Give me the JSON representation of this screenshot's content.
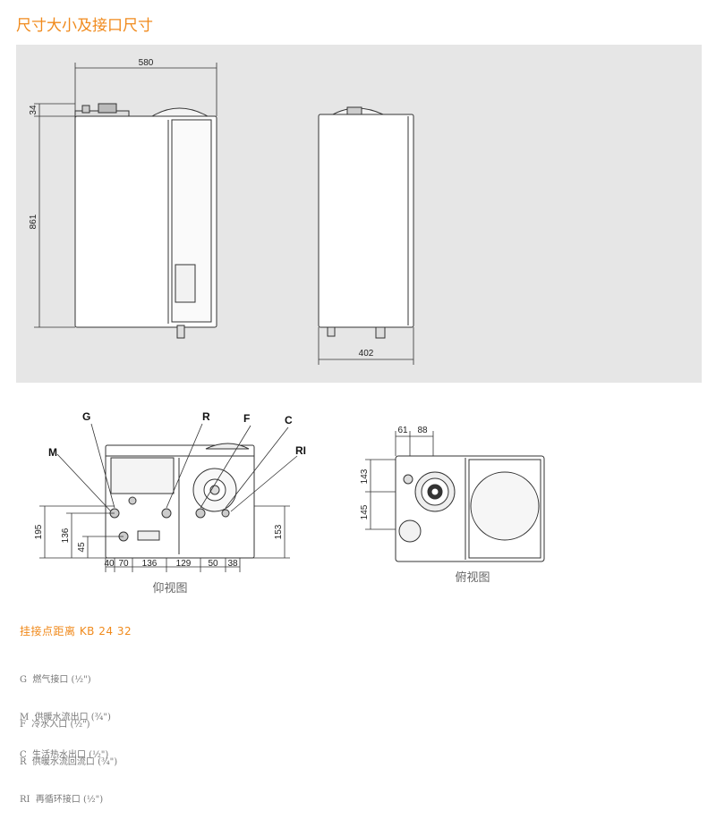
{
  "page_title": "尺寸大小及接口尺寸",
  "front_view": {
    "width_dim": "580",
    "top_dim": "34",
    "height_dim": "861"
  },
  "side_view": {
    "depth_dim": "402"
  },
  "bottom_view": {
    "caption": "仰视图",
    "labels": {
      "g": "G",
      "r": "R",
      "f": "F",
      "c": "C",
      "ri": "RI",
      "m": "M"
    },
    "vertical_dims": {
      "d195": "195",
      "d136": "136",
      "d45": "45",
      "d153": "153"
    },
    "horizontal_dims": [
      "40",
      "70",
      "136",
      "129",
      "50",
      "38"
    ]
  },
  "top_view": {
    "caption": "俯视图",
    "dims": {
      "d61": "61",
      "d88": "88",
      "d143": "143",
      "d145": "145"
    }
  },
  "spacing": {
    "title": "挂接点距离  KB  24  32",
    "group1": [
      "G  燃气接口 (½\")",
      "M  供暖水流出口 (¾\")",
      "C  生活热水出口 (½\")"
    ],
    "group2": [
      "F  冷水入口 (½\")",
      "R  供暖水流回流口 (¾\")",
      "RI  再循环接口 (½\")"
    ]
  },
  "colors": {
    "accent": "#f08a1c",
    "panel": "#e6e6e6"
  }
}
